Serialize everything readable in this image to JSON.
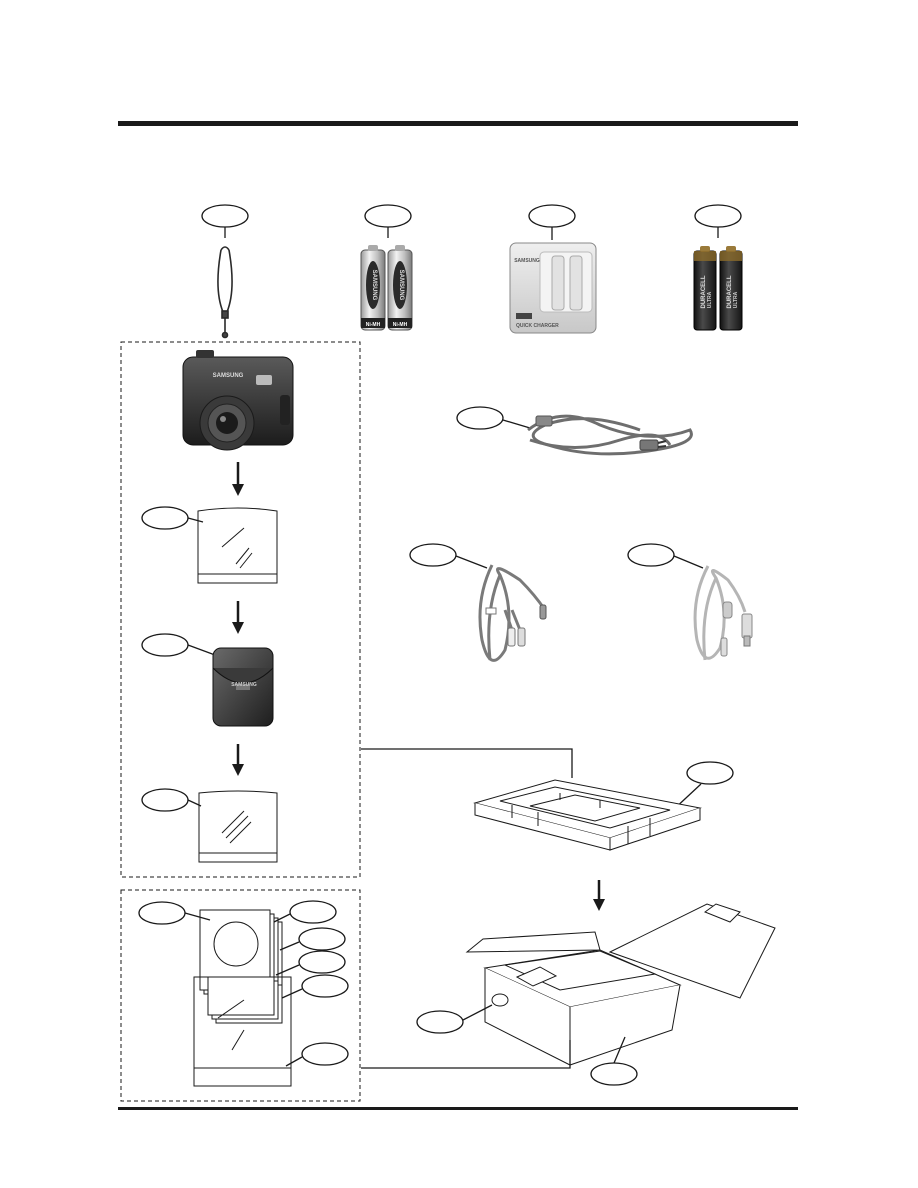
{
  "figure": {
    "brand_marks": {
      "battery_brand": "SAMSUNG",
      "battery_type": "Ni-MH",
      "charger_brand": "SAMSUNG",
      "charger_label": "QUICK CHARGER",
      "alkaline_brand": "DURACELL",
      "alkaline_type": "ULTRA",
      "camera_brand": "SAMSUNG",
      "case_brand": "SAMSUNG"
    },
    "colors": {
      "line": "#1a1a1a",
      "battery_silver": "#cfcfcf",
      "battery_dark": "#2a2a2a",
      "charger_body": "#d9d9d9",
      "cable_grey": "#8a8a8a"
    },
    "callouts": [
      "",
      "",
      "",
      "",
      "",
      "",
      "",
      "",
      "",
      "",
      "",
      "",
      "",
      "",
      "",
      "",
      "",
      "",
      ""
    ]
  }
}
